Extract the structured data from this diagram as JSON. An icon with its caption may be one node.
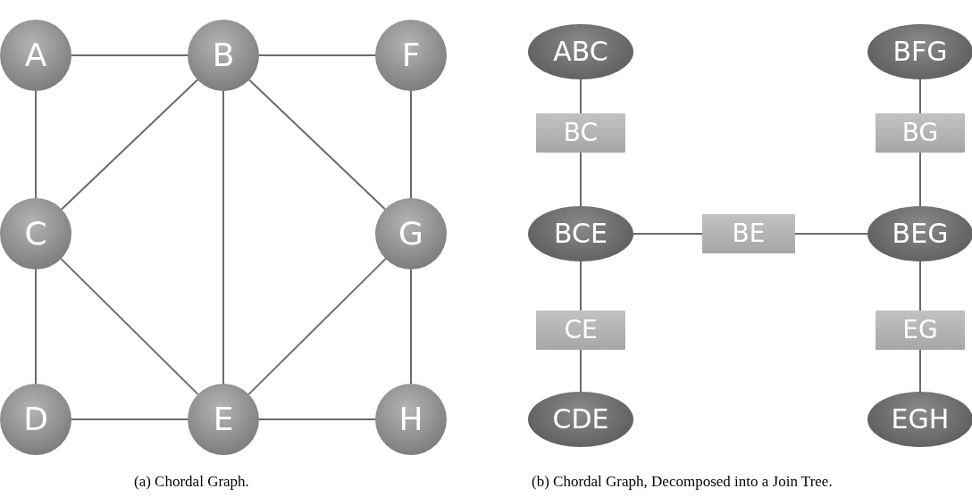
{
  "diagram": {
    "nodes": [
      {
        "text": [
          "A"
        ]
      },
      {
        "text": [
          "B"
        ]
      },
      {
        "text": [
          "F"
        ]
      },
      {
        "text": [
          "C"
        ]
      },
      {
        "text": [
          "G"
        ]
      },
      {
        "text": [
          "D"
        ]
      },
      {
        "text": [
          "E"
        ]
      },
      {
        "text": [
          "H"
        ]
      },
      {
        "text": [
          "ABC"
        ]
      },
      {
        "text": [
          "BFG"
        ]
      },
      {
        "text": [
          "BC"
        ]
      },
      {
        "text": [
          "BG"
        ]
      },
      {
        "text": [
          "BCE"
        ]
      },
      {
        "text": [
          "BE"
        ]
      },
      {
        "text": [
          "BEG"
        ]
      },
      {
        "text": [
          "CE"
        ]
      },
      {
        "text": [
          "EG"
        ]
      },
      {
        "text": [
          "CDE"
        ]
      },
      {
        "text": [
          "EGH"
        ]
      }
    ],
    "edges": [
      {
        "from": 0,
        "to": 1,
        "arrow": "none"
      },
      {
        "from": 1,
        "to": 2,
        "arrow": "none"
      },
      {
        "from": 0,
        "to": 3,
        "arrow": "none"
      },
      {
        "from": 1,
        "to": 3,
        "arrow": "none"
      },
      {
        "from": 1,
        "to": 6,
        "arrow": "none"
      },
      {
        "from": 1,
        "to": 4,
        "arrow": "none"
      },
      {
        "from": 2,
        "to": 4,
        "arrow": "none"
      },
      {
        "from": 3,
        "to": 6,
        "arrow": "none"
      },
      {
        "from": 4,
        "to": 6,
        "arrow": "none"
      },
      {
        "from": 3,
        "to": 5,
        "arrow": "none"
      },
      {
        "from": 4,
        "to": 7,
        "arrow": "none"
      },
      {
        "from": 5,
        "to": 6,
        "arrow": "none"
      },
      {
        "from": 6,
        "to": 7,
        "arrow": "none"
      },
      {
        "from": 8,
        "to": 10,
        "arrow": "none"
      },
      {
        "from": 10,
        "to": 12,
        "arrow": "none"
      },
      {
        "from": 12,
        "to": 13,
        "arrow": "none"
      },
      {
        "from": 13,
        "to": 14,
        "arrow": "none"
      },
      {
        "from": 14,
        "to": 11,
        "arrow": "none"
      },
      {
        "from": 11,
        "to": 9,
        "arrow": "none"
      },
      {
        "from": 12,
        "to": 15,
        "arrow": "none"
      },
      {
        "from": 15,
        "to": 17,
        "arrow": "none"
      },
      {
        "from": 14,
        "to": 16,
        "arrow": "none"
      },
      {
        "from": 16,
        "to": 18,
        "arrow": "none"
      }
    ],
    "labels": [
      "(a) Chordal Graph.",
      "(b) Chordal Graph, Decomposed into a Join Tree."
    ]
  }
}
